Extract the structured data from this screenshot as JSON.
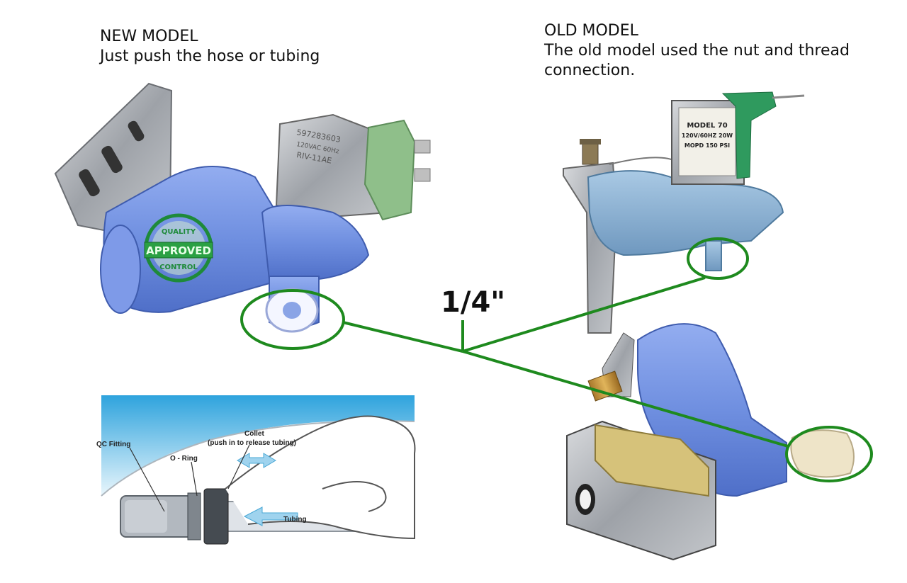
{
  "new_model": {
    "title": "NEW MODEL",
    "description": "Just push the hose or tubing"
  },
  "old_model": {
    "title": "OLD MODEL",
    "description": "The old model used the nut and thread connection."
  },
  "dimension_label": "1/4\"",
  "new_valve": {
    "seal_top": "QUALITY",
    "seal_middle": "APPROVED",
    "seal_bottom": "CONTROL"
  },
  "old_valve_label": {
    "line1": "MODEL 70",
    "line2": "120V/60HZ 20W",
    "line3": "MOPD 150 PSI"
  },
  "inset": {
    "qc_fitting": "QC Fitting",
    "o_ring": "O - Ring",
    "collet": "Collet",
    "collet_note": "(push in to release tubing)",
    "tubing": "Tubing"
  },
  "colors": {
    "callout_green": "#1e8a1e",
    "valve_blue": "#6f8fe0",
    "old_valve_blue": "#8fb6d8",
    "inset_sky": "#4fb7e6"
  }
}
